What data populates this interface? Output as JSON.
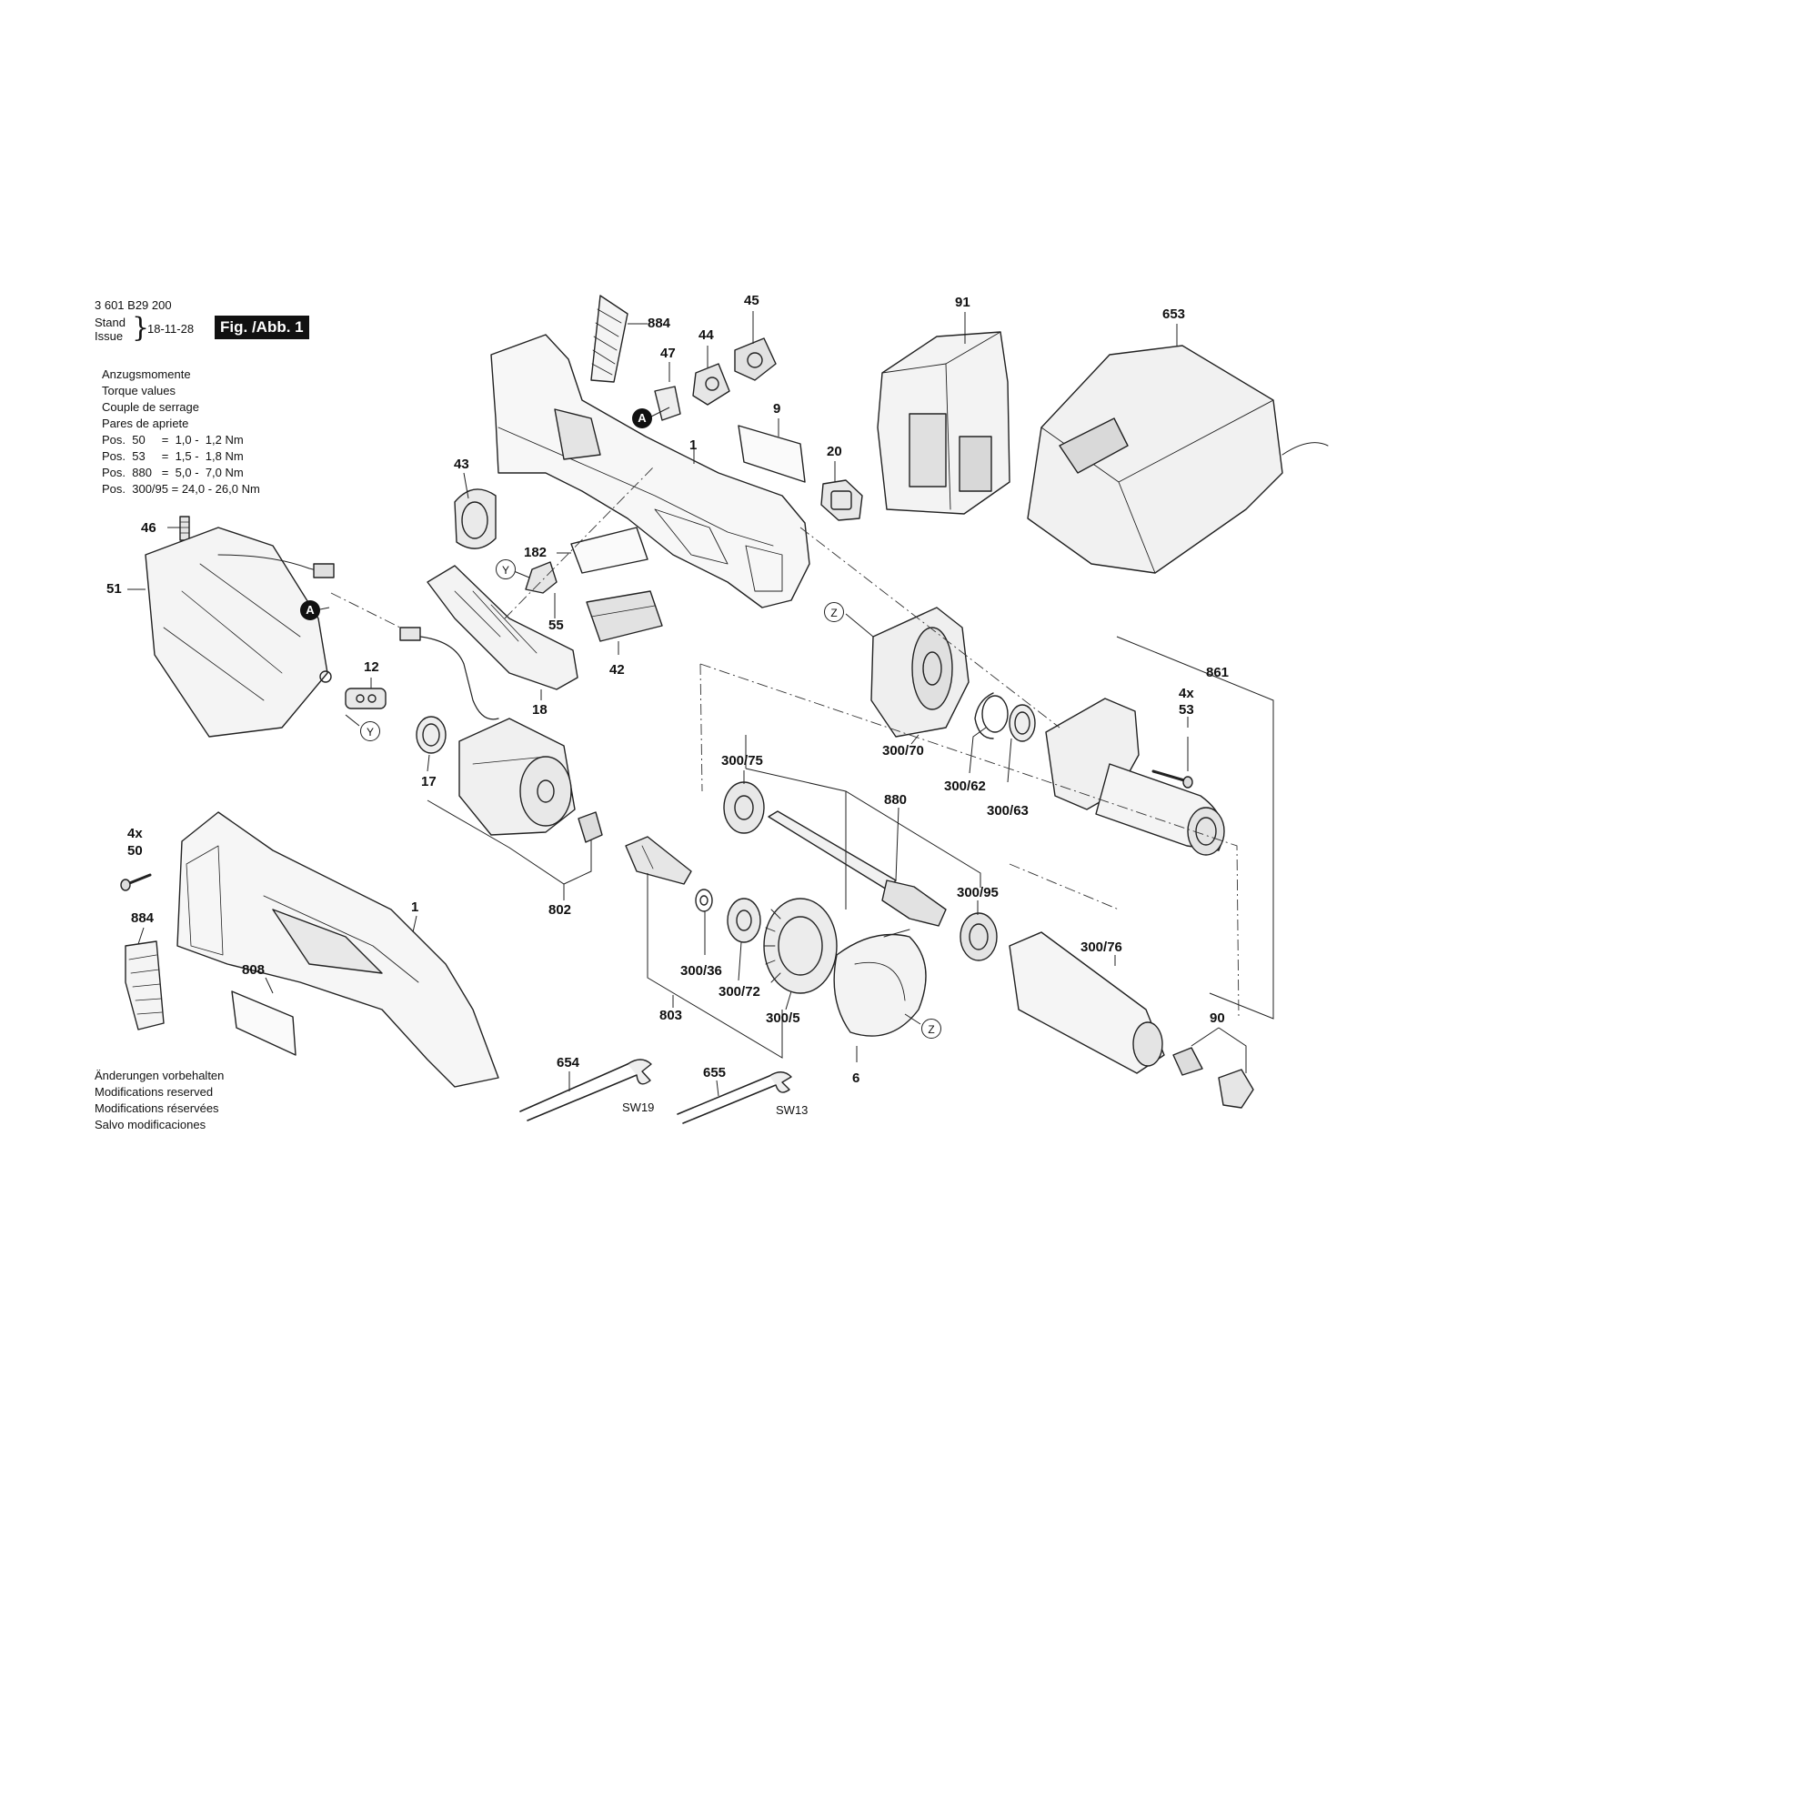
{
  "header": {
    "part_number": "3 601 B29 200",
    "stand_label": "Stand",
    "issue_label": "Issue",
    "date": "18-11-28",
    "figure": "Fig. /Abb. 1"
  },
  "torque": {
    "titles": [
      "Anzugsmomente",
      "Torque values",
      "Couple de serrage",
      "Pares de apriete"
    ],
    "rows": [
      "Pos.  50     =  1,0 -  1,2 Nm",
      "Pos.  53     =  1,5 -  1,8 Nm",
      "Pos.  880   =  5,0 -  7,0 Nm",
      "Pos.  300/95 = 24,0 - 26,0 Nm"
    ]
  },
  "footer": [
    "Änderungen vorbehalten",
    "Modifications reserved",
    "Modifications réservées",
    "Salvo modificaciones"
  ],
  "labels": {
    "p884a": "884",
    "p47": "47",
    "p44": "44",
    "p45": "45",
    "p91": "91",
    "p653": "653",
    "p9": "9",
    "p1a": "1",
    "p20": "20",
    "p43": "43",
    "p46": "46",
    "p51": "51",
    "p182": "182",
    "p55": "55",
    "p42": "42",
    "p18": "18",
    "p12": "12",
    "p17": "17",
    "p861": "861",
    "p4x53a": "4x",
    "p4x53b": "53",
    "p300_70": "300/70",
    "p300_62": "300/62",
    "p300_63": "300/63",
    "p300_75": "300/75",
    "p880": "880",
    "p802": "802",
    "p4x50a": "4x",
    "p4x50b": "50",
    "p884b": "884",
    "p1b": "1",
    "p808": "808",
    "p300_95": "300/95",
    "p300_76": "300/76",
    "p300_36": "300/36",
    "p300_72": "300/72",
    "p803": "803",
    "p300_5": "300/5",
    "p6": "6",
    "p90": "90",
    "p654": "654",
    "p655": "655"
  },
  "callouts": {
    "a1": "A",
    "a2": "A",
    "y1": "Y",
    "y2": "Y",
    "z1": "Z",
    "z2": "Z"
  },
  "wrenches": {
    "sw19": "SW19",
    "sw13": "SW13"
  }
}
